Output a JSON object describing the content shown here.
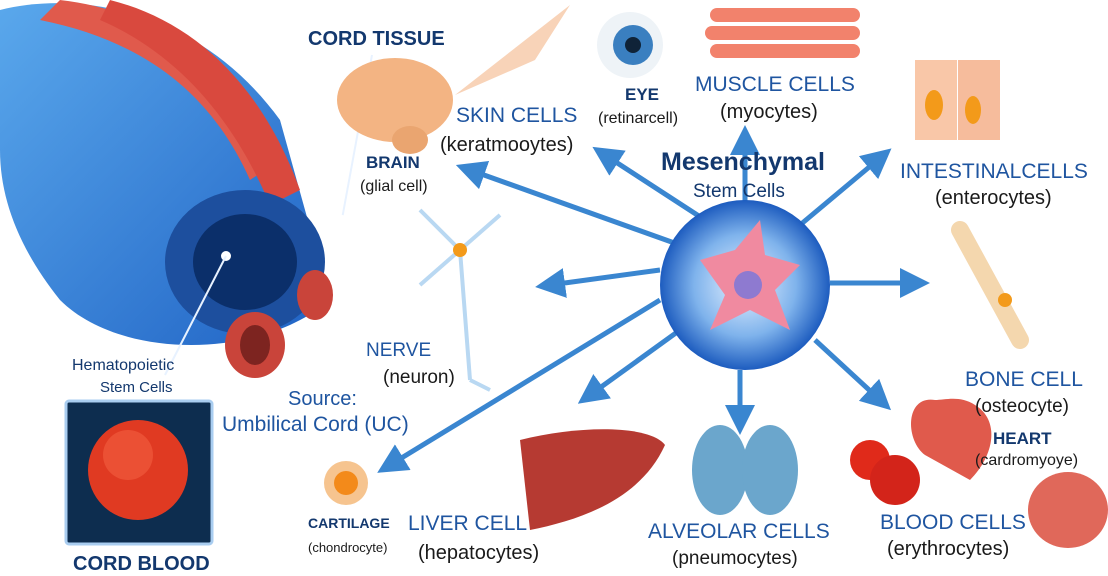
{
  "center": {
    "title_line1": "Mesenchymal",
    "title_line2": "Stem Cells"
  },
  "source": {
    "cord_tissue": "CORD TISSUE",
    "hematopoietic_line1": "Hematopoietic",
    "hematopoietic_line2": "Stem Cells",
    "source_line1": "Source:",
    "source_line2": "Umbilical Cord (UC)",
    "cord_blood": "CORD BLOOD"
  },
  "cell_types": {
    "skin": {
      "name": "SKIN CELLS",
      "cell": "(keratmooytes)"
    },
    "eye": {
      "name": "EYE",
      "cell": "(retinarcell)"
    },
    "muscle": {
      "name": "MUSCLE CELLS",
      "cell": "(myocytes)"
    },
    "brain": {
      "name": "BRAIN",
      "cell": "(glial cell)"
    },
    "intestinal": {
      "name": "INTESTINALCELLS",
      "cell": "(enterocytes)"
    },
    "nerve": {
      "name": "NERVE",
      "cell": "(neuron)"
    },
    "bone": {
      "name": "BONE CELL",
      "cell": "(osteocyte)"
    },
    "heart": {
      "name": "HEART",
      "cell": "(cardromyoye)"
    },
    "cartilage": {
      "name": "CARTILAGE",
      "cell": "(chondrocyte)"
    },
    "liver": {
      "name": "LIVER CELL",
      "cell": "(hepatocytes)"
    },
    "alveolar": {
      "name": "ALVEOLAR CELLS",
      "cell": "(pneumocytes)"
    },
    "blood": {
      "name": "BLOOD CELLS",
      "cell": "(erythrocytes)"
    }
  },
  "colors": {
    "arrow": "#3a86d0",
    "navy": "#13386e",
    "label_blue": "#1f55a0",
    "cord_blue": "#2f7fd0",
    "vessel_red": "#e0574a"
  }
}
